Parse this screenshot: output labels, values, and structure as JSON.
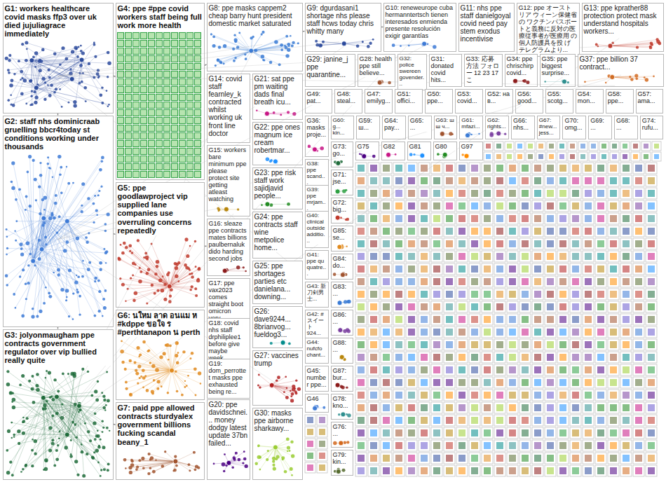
{
  "diagram": {
    "nodes": [
      {
        "text": [
          "G1: workers healthcare covid masks ffp3 over uk died jujuliagrace immediately"
        ]
      },
      {
        "text": [
          "G2: staff nhs dominicraab gruelling bbcr4today st conditions working under thousands"
        ]
      },
      {
        "text": [
          "G3: jolyonmaugham ppe contracts government regulator over vip bullied really quite"
        ]
      },
      {
        "text": [
          "G4: ppe #ppe covid workers staff being full work more health"
        ]
      },
      {
        "text": [
          "G5: ppe goodlawproject vip supplied lane companies use overruling concerns repeatedly"
        ]
      },
      {
        "text": [
          "G6: นใหม ลาด อนแม ห #kdppe ขอใจ ร #perthtanapon น perth"
        ]
      },
      {
        "text": [
          "G7: paid ppe allowed contracts sturdyalex government billions fucking scandal beany_1"
        ]
      },
      {
        "text": [
          "G8: ppe masks cappem2 cheap barry hunt president domestic market saturated"
        ]
      },
      {
        "text": [
          "G14: covid staff fearnley_k contracted whilst working uk front line doctor"
        ]
      },
      {
        "text": [
          "G15: workers bare minimum ppe please protect site getting atleast watching"
        ]
      },
      {
        "text": [
          "G16: sleaze ppe contracts mates billions paulbernaluk dido harding second jobs"
        ]
      },
      {
        "text": [
          "G17: ppe vax2023 comes straight boot omicron very..."
        ]
      },
      {
        "text": [
          "G18: covid nhs staff drphiliplee1 before give maybe week..."
        ]
      },
      {
        "text": [
          "G19: dom_perrottet masks ppe exhausted being re..."
        ]
      },
      {
        "text": [
          "G20: ppe davidschnei... money dodgy latest update 37bn failed..."
        ]
      },
      {
        "text": [
          "G21: sat ppe pm waiting dads final breath icu..."
        ]
      },
      {
        "text": [
          "G22: ppe ones magnum ice cream robertmar..."
        ]
      },
      {
        "text": [
          "G23: ppe risk staff work sajidjavid people..."
        ]
      },
      {
        "text": [
          "G24: ppe contracts staff wine metpolice home..."
        ]
      },
      {
        "text": [
          "G25: ppe shortages parties etc danielana... downing..."
        ]
      },
      {
        "text": [
          "G26: dave9244... 8brianvog... fueldog3..."
        ]
      },
      {
        "text": [
          "G27: vaccines trump"
        ]
      },
      {
        "text": [
          "G30: masks ppe airborne sharkawy..."
        ]
      },
      {
        "text": [
          "G9: dgurdasani1 shortage nhs please staff hcws today chris whitty many"
        ]
      },
      {
        "text": [
          "G10: reneweurope cuba hermanntertsch tienen interesados enmienda presente resolución exigir garantías"
        ]
      },
      {
        "text": [
          "G11: nhs ppe staff danielgoyal covid need pay stem exodus incentivise"
        ]
      },
      {
        "text": [
          "G12: ppe オーストリア ウィーン保健省の ワクチンパスポー トと義務に反対の医 療従事者が医療用 の個人防護具を投 げ テレグラムより..."
        ]
      },
      {
        "text": [
          "G13: ppe kprather88 protection protect mask understand hospitals workers..."
        ]
      },
      {
        "text": [
          "G29: janine_j ppe quarantine..."
        ]
      },
      {
        "text": [
          "G28: health ppe still believe..."
        ]
      },
      {
        "text": [
          "G32: police swereen govender..."
        ]
      },
      {
        "text": [
          "G31: donated covid hits..."
        ]
      },
      {
        "text": [
          "G33: 応募 方法 フォロー 12 23 17 こ"
        ]
      },
      {
        "text": [
          "G34: ppe chrischirp covid..."
        ]
      },
      {
        "text": [
          "G35: ppe biggest surprise..."
        ]
      },
      {
        "text": [
          "G37: ppe billion 37 contract..."
        ]
      },
      {
        "text": [
          "G49: pat..."
        ]
      },
      {
        "text": [
          "G48: steal..."
        ]
      },
      {
        "text": [
          "G47: emilyg..."
        ]
      },
      {
        "text": [
          "G51: offici..."
        ]
      },
      {
        "text": [
          "G50: ppe..."
        ]
      },
      {
        "text": [
          "G53: covid..."
        ]
      },
      {
        "text": [
          "G52: на в..."
        ]
      },
      {
        "text": [
          "G56: good..."
        ]
      },
      {
        "text": [
          "G55: scotg..."
        ]
      },
      {
        "text": [
          "G54: mon..."
        ]
      },
      {
        "text": [
          "G58: ppe..."
        ]
      },
      {
        "text": [
          "G57: ama..."
        ]
      },
      {
        "text": [
          "G60: g... kin..."
        ]
      },
      {
        "text": [
          "G59: ш..."
        ]
      },
      {
        "text": [
          "G64: pay..."
        ]
      },
      {
        "text": [
          "G65: ..."
        ]
      },
      {
        "text": [
          "G63: ш ш ч..."
        ]
      },
      {
        "text": [
          "G61: mfazi..."
        ]
      },
      {
        "text": [
          "G62: rights..."
        ]
      },
      {
        "text": [
          "G66: nhs..."
        ]
      },
      {
        "text": [
          "G67: #new... jess..."
        ]
      },
      {
        "text": [
          "G70: omg..."
        ]
      },
      {
        "text": [
          "G69: ..."
        ]
      },
      {
        "text": [
          "G68: ..."
        ]
      },
      {
        "text": [
          "G74: rufu..."
        ]
      },
      {
        "text": [
          "G36: masks proje..."
        ]
      },
      {
        "text": [
          "G38: ppe scand..."
        ]
      },
      {
        "text": [
          "G39: ppe mrjam..."
        ]
      },
      {
        "text": [
          "G40: clinical outside additio..."
        ]
      },
      {
        "text": [
          "G41: ppe qu quatre..."
        ]
      },
      {
        "text": [
          "G43: 新 刀剣男 士..."
        ]
      },
      {
        "text": [
          "G42: # スイート 924..."
        ]
      },
      {
        "text": [
          "G44: nufcfo chant..."
        ]
      },
      {
        "text": [
          "G45: number ppe..."
        ]
      },
      {
        "text": [
          "G46"
        ]
      },
      {
        "text": [
          "G73: go..."
        ]
      },
      {
        "text": [
          "G71: jse..."
        ]
      },
      {
        "text": [
          "G72: big..."
        ]
      },
      {
        "text": [
          "G85: se..."
        ]
      },
      {
        "text": [
          "G84: do..."
        ]
      },
      {
        "text": [
          "G83: ..."
        ]
      },
      {
        "text": [
          "G86: ..."
        ]
      },
      {
        "text": [
          "G88: ..."
        ]
      },
      {
        "text": [
          "G87: bur..."
        ]
      },
      {
        "text": [
          "G78: kno..."
        ]
      },
      {
        "text": [
          "G76: ..."
        ]
      },
      {
        "text": [
          "G79: kin..."
        ]
      },
      {
        "text": [
          "G75"
        ]
      },
      {
        "text": [
          "G82"
        ]
      },
      {
        "text": [
          "G81"
        ]
      },
      {
        "text": [
          "G80"
        ]
      },
      {
        "text": [
          "G97"
        ]
      }
    ],
    "edges": [
      {
        "from": 0,
        "to": 1,
        "arrow": "none"
      },
      {
        "from": 1,
        "to": 2,
        "arrow": "none"
      },
      {
        "from": 0,
        "to": 3,
        "arrow": "none"
      },
      {
        "from": 1,
        "to": 4,
        "arrow": "none"
      },
      {
        "from": 2,
        "to": 6,
        "arrow": "none"
      },
      {
        "from": 3,
        "to": 7,
        "arrow": "none"
      },
      {
        "from": 4,
        "to": 10,
        "arrow": "none"
      },
      {
        "from": 7,
        "to": 23,
        "arrow": "none"
      },
      {
        "from": 23,
        "to": 24,
        "arrow": "none"
      }
    ]
  }
}
